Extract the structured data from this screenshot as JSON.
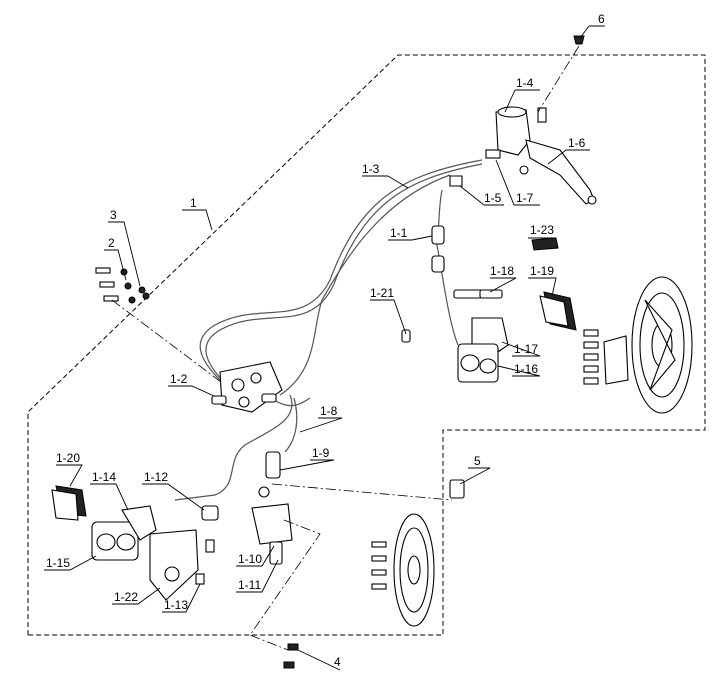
{
  "callouts": [
    {
      "id": "c-6",
      "text": "6"
    },
    {
      "id": "c-1-4",
      "text": "1-4"
    },
    {
      "id": "c-1-6",
      "text": "1-6"
    },
    {
      "id": "c-1-3",
      "text": "1-3"
    },
    {
      "id": "c-1-5",
      "text": "1-5"
    },
    {
      "id": "c-1-7",
      "text": "1-7"
    },
    {
      "id": "c-1",
      "text": "1"
    },
    {
      "id": "c-3",
      "text": "3"
    },
    {
      "id": "c-2",
      "text": "2"
    },
    {
      "id": "c-1-23",
      "text": "1-23"
    },
    {
      "id": "c-1-1",
      "text": "1-1"
    },
    {
      "id": "c-1-18",
      "text": "1-18"
    },
    {
      "id": "c-1-19",
      "text": "1-19"
    },
    {
      "id": "c-1-21",
      "text": "1-21"
    },
    {
      "id": "c-1-17",
      "text": "1-17"
    },
    {
      "id": "c-1-16",
      "text": "1-16"
    },
    {
      "id": "c-1-2",
      "text": "1-2"
    },
    {
      "id": "c-1-8",
      "text": "1-8"
    },
    {
      "id": "c-1-9",
      "text": "1-9"
    },
    {
      "id": "c-5",
      "text": "5"
    },
    {
      "id": "c-1-20",
      "text": "1-20"
    },
    {
      "id": "c-1-14",
      "text": "1-14"
    },
    {
      "id": "c-1-12",
      "text": "1-12"
    },
    {
      "id": "c-1-15",
      "text": "1-15"
    },
    {
      "id": "c-1-10",
      "text": "1-10"
    },
    {
      "id": "c-1-11",
      "text": "1-11"
    },
    {
      "id": "c-1-22",
      "text": "1-22"
    },
    {
      "id": "c-1-13",
      "text": "1-13"
    },
    {
      "id": "c-4",
      "text": "4"
    }
  ]
}
